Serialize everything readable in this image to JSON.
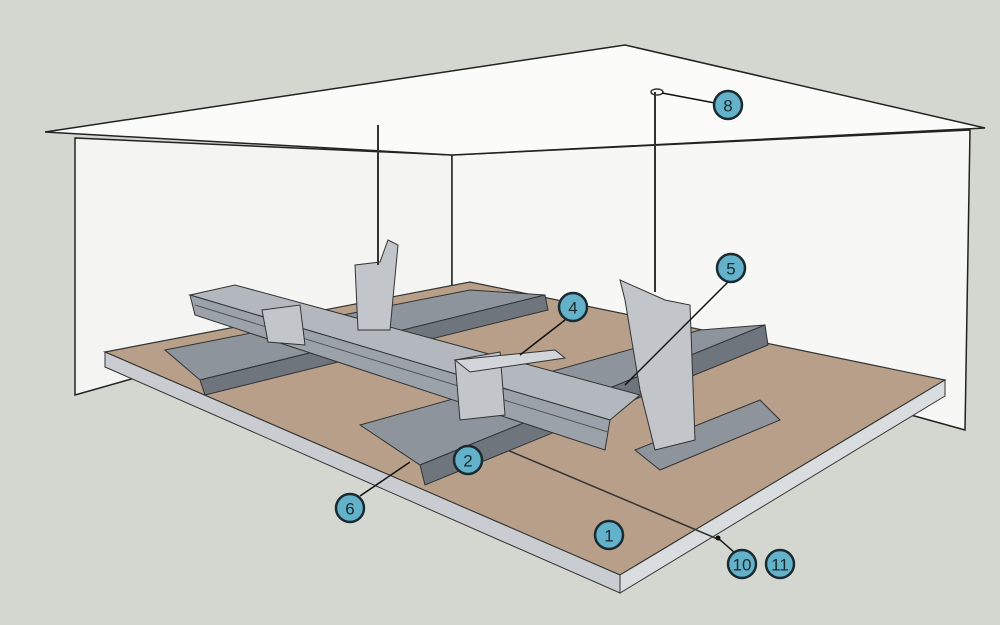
{
  "diagram": {
    "callouts": [
      {
        "id": "callout-8",
        "label": "8"
      },
      {
        "id": "callout-5",
        "label": "5"
      },
      {
        "id": "callout-4",
        "label": "4"
      },
      {
        "id": "callout-2",
        "label": "2"
      },
      {
        "id": "callout-6",
        "label": "6"
      },
      {
        "id": "callout-1",
        "label": "1"
      },
      {
        "id": "callout-10",
        "label": "10"
      },
      {
        "id": "callout-11",
        "label": "11"
      }
    ],
    "colors": {
      "background": "#d4d7d0",
      "callout_fill": "#63b2c9",
      "board": "#b89f89",
      "metal": "#9aa0a8"
    }
  }
}
